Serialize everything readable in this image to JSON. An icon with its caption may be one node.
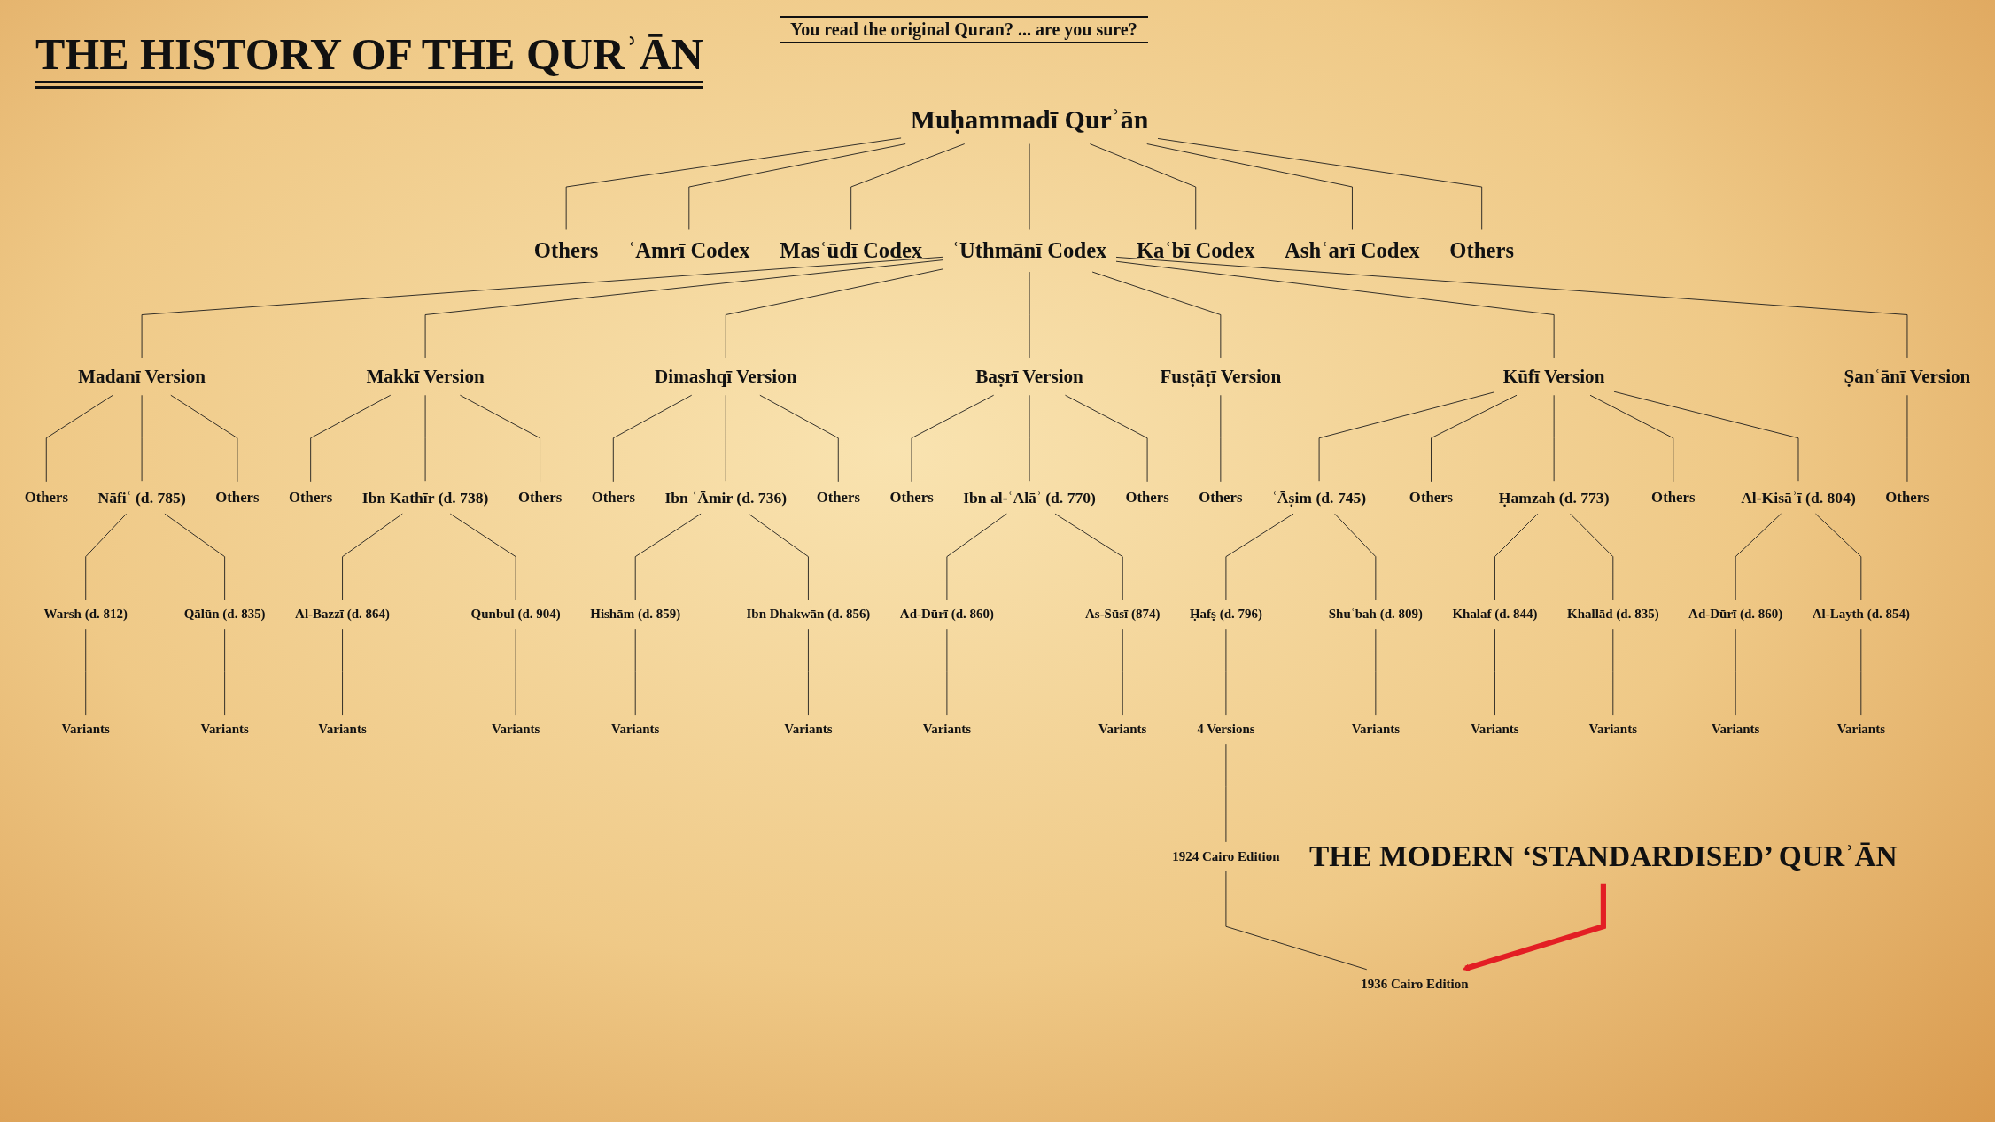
{
  "diagram": {
    "title": "THE HISTORY OF THE QURʾĀN",
    "nodes": [
      {
        "text": [
          "Muḥammadī Qurʾān"
        ]
      },
      {
        "text": [
          "Others"
        ]
      },
      {
        "text": [
          "ʿAmrī Codex"
        ]
      },
      {
        "text": [
          "Masʿūdī Codex"
        ]
      },
      {
        "text": [
          "ʿUthmānī Codex"
        ]
      },
      {
        "text": [
          "Kaʿbī Codex"
        ]
      },
      {
        "text": [
          "Ashʿarī Codex"
        ]
      },
      {
        "text": [
          "Others"
        ]
      },
      {
        "text": [
          "Madanī Version"
        ]
      },
      {
        "text": [
          "Makkī Version"
        ]
      },
      {
        "text": [
          "Dimashqī Version"
        ]
      },
      {
        "text": [
          "Baṣrī Version"
        ]
      },
      {
        "text": [
          "Fusṭāṭī Version"
        ]
      },
      {
        "text": [
          "Kūfī Version"
        ]
      },
      {
        "text": [
          "Ṣanʿānī Version"
        ]
      },
      {
        "text": [
          "Others"
        ]
      },
      {
        "text": [
          "Others"
        ]
      },
      {
        "text": [
          "Others"
        ]
      },
      {
        "text": [
          "Others"
        ]
      },
      {
        "text": [
          "Others"
        ]
      },
      {
        "text": [
          "Others"
        ]
      },
      {
        "text": [
          "Others"
        ]
      },
      {
        "text": [
          "Others"
        ]
      },
      {
        "text": [
          "Others"
        ]
      },
      {
        "text": [
          "Others"
        ]
      },
      {
        "text": [
          "Others"
        ]
      },
      {
        "text": [
          "Others"
        ]
      },
      {
        "text": [
          "Nāfiʿ (d. 785)"
        ]
      },
      {
        "text": [
          "Ibn Kathīr (d. 738)"
        ]
      },
      {
        "text": [
          "Ibn ʿĀmir (d. 736)"
        ]
      },
      {
        "text": [
          "Ibn al-ʿAlāʾ (d. 770)"
        ]
      },
      {
        "text": [
          "ʿĀṣim (d. 745)"
        ]
      },
      {
        "text": [
          "Ḥamzah (d. 773)"
        ]
      },
      {
        "text": [
          "Al-Kisāʾī (d. 804)"
        ]
      },
      {
        "text": [
          "Warsh (d. 812)"
        ]
      },
      {
        "text": [
          "Qālūn (d. 835)"
        ]
      },
      {
        "text": [
          "Al-Bazzī (d. 864)"
        ]
      },
      {
        "text": [
          "Qunbul (d. 904)"
        ]
      },
      {
        "text": [
          "Hishām (d. 859)"
        ]
      },
      {
        "text": [
          "Ibn Dhakwān (d. 856)"
        ]
      },
      {
        "text": [
          "Ad-Dūrī (d. 860)"
        ]
      },
      {
        "text": [
          "As-Sūsī (874)"
        ]
      },
      {
        "text": [
          "Ḥafṣ (d. 796)"
        ]
      },
      {
        "text": [
          "Shuʿbah (d. 809)"
        ]
      },
      {
        "text": [
          "Khalaf (d. 844)"
        ]
      },
      {
        "text": [
          "Khallād (d. 835)"
        ]
      },
      {
        "text": [
          "Ad-Dūrī (d. 860)"
        ]
      },
      {
        "text": [
          "Al-Layth (d. 854)"
        ]
      },
      {
        "text": [
          "Variants"
        ]
      },
      {
        "text": [
          "Variants"
        ]
      },
      {
        "text": [
          "Variants"
        ]
      },
      {
        "text": [
          "Variants"
        ]
      },
      {
        "text": [
          "Variants"
        ]
      },
      {
        "text": [
          "Variants"
        ]
      },
      {
        "text": [
          "Variants"
        ]
      },
      {
        "text": [
          "Variants"
        ]
      },
      {
        "text": [
          "4 Versions"
        ]
      },
      {
        "text": [
          "Variants"
        ]
      },
      {
        "text": [
          "Variants"
        ]
      },
      {
        "text": [
          "Variants"
        ]
      },
      {
        "text": [
          "Variants"
        ]
      },
      {
        "text": [
          "Variants"
        ]
      },
      {
        "text": [
          "1924 Cairo Edition"
        ]
      },
      {
        "text": [
          "THE MODERN ‘STANDARDISED’ QURʾĀN"
        ]
      },
      {
        "text": [
          "1936 Cairo Edition"
        ]
      }
    ],
    "edges": [
      {
        "from": 0,
        "to": 1,
        "arrow": "none"
      },
      {
        "from": 0,
        "to": 2,
        "arrow": "none"
      },
      {
        "from": 0,
        "to": 3,
        "arrow": "none"
      },
      {
        "from": 0,
        "to": 4,
        "arrow": "none"
      },
      {
        "from": 0,
        "to": 5,
        "arrow": "none"
      },
      {
        "from": 0,
        "to": 6,
        "arrow": "none"
      },
      {
        "from": 0,
        "to": 7,
        "arrow": "none"
      },
      {
        "from": 4,
        "to": 8,
        "arrow": "none"
      },
      {
        "from": 4,
        "to": 9,
        "arrow": "none"
      },
      {
        "from": 4,
        "to": 10,
        "arrow": "none"
      },
      {
        "from": 4,
        "to": 11,
        "arrow": "none"
      },
      {
        "from": 4,
        "to": 12,
        "arrow": "none"
      },
      {
        "from": 4,
        "to": 13,
        "arrow": "none"
      },
      {
        "from": 4,
        "to": 14,
        "arrow": "none"
      },
      {
        "from": 8,
        "to": 17,
        "arrow": "none"
      },
      {
        "from": 8,
        "to": 27,
        "arrow": "none"
      },
      {
        "from": 8,
        "to": 18,
        "arrow": "none"
      },
      {
        "from": 9,
        "to": 19,
        "arrow": "none"
      },
      {
        "from": 9,
        "to": 28,
        "arrow": "none"
      },
      {
        "from": 9,
        "to": 20,
        "arrow": "none"
      },
      {
        "from": 10,
        "to": 21,
        "arrow": "none"
      },
      {
        "from": 10,
        "to": 29,
        "arrow": "none"
      },
      {
        "from": 10,
        "to": 22,
        "arrow": "none"
      },
      {
        "from": 11,
        "to": 23,
        "arrow": "none"
      },
      {
        "from": 11,
        "to": 30,
        "arrow": "none"
      },
      {
        "from": 11,
        "to": 24,
        "arrow": "none"
      },
      {
        "from": 12,
        "to": 15,
        "arrow": "none"
      },
      {
        "from": 13,
        "to": 31,
        "arrow": "none"
      },
      {
        "from": 13,
        "to": 25,
        "arrow": "none"
      },
      {
        "from": 13,
        "to": 32,
        "arrow": "none"
      },
      {
        "from": 13,
        "to": 26,
        "arrow": "none"
      },
      {
        "from": 13,
        "to": 33,
        "arrow": "none"
      },
      {
        "from": 14,
        "to": 16,
        "arrow": "none"
      },
      {
        "from": 27,
        "to": 34,
        "arrow": "none"
      },
      {
        "from": 27,
        "to": 35,
        "arrow": "none"
      },
      {
        "from": 28,
        "to": 36,
        "arrow": "none"
      },
      {
        "from": 28,
        "to": 37,
        "arrow": "none"
      },
      {
        "from": 29,
        "to": 38,
        "arrow": "none"
      },
      {
        "from": 29,
        "to": 39,
        "arrow": "none"
      },
      {
        "from": 30,
        "to": 40,
        "arrow": "none"
      },
      {
        "from": 30,
        "to": 41,
        "arrow": "none"
      },
      {
        "from": 31,
        "to": 42,
        "arrow": "none"
      },
      {
        "from": 31,
        "to": 43,
        "arrow": "none"
      },
      {
        "from": 32,
        "to": 44,
        "arrow": "none"
      },
      {
        "from": 32,
        "to": 45,
        "arrow": "none"
      },
      {
        "from": 33,
        "to": 46,
        "arrow": "none"
      },
      {
        "from": 33,
        "to": 47,
        "arrow": "none"
      },
      {
        "from": 34,
        "to": 48,
        "arrow": "none"
      },
      {
        "from": 35,
        "to": 49,
        "arrow": "none"
      },
      {
        "from": 36,
        "to": 50,
        "arrow": "none"
      },
      {
        "from": 37,
        "to": 51,
        "arrow": "none"
      },
      {
        "from": 38,
        "to": 52,
        "arrow": "none"
      },
      {
        "from": 39,
        "to": 53,
        "arrow": "none"
      },
      {
        "from": 40,
        "to": 54,
        "arrow": "none"
      },
      {
        "from": 41,
        "to": 55,
        "arrow": "none"
      },
      {
        "from": 42,
        "to": 56,
        "arrow": "none"
      },
      {
        "from": 43,
        "to": 57,
        "arrow": "none"
      },
      {
        "from": 44,
        "to": 58,
        "arrow": "none"
      },
      {
        "from": 45,
        "to": 59,
        "arrow": "none"
      },
      {
        "from": 46,
        "to": 60,
        "arrow": "none"
      },
      {
        "from": 47,
        "to": 61,
        "arrow": "none"
      },
      {
        "from": 56,
        "to": 62,
        "arrow": "none"
      },
      {
        "from": 62,
        "to": 64,
        "arrow": "none"
      },
      {
        "from": 63,
        "to": 64,
        "arrow": "to",
        "style": "thick",
        "color": "#e31e24"
      }
    ],
    "labels": [
      "You read the original Quran? ... are you sure?"
    ]
  }
}
